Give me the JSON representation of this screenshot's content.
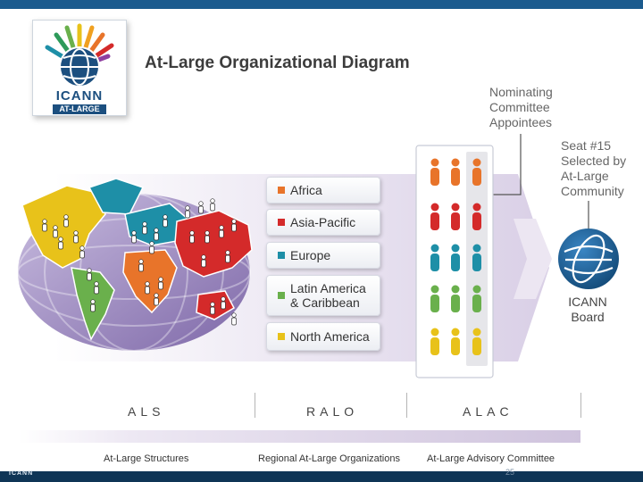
{
  "title": "At-Large Organizational Diagram",
  "logo": {
    "brand": "ICANN",
    "sub": "AT-LARGE"
  },
  "annotations": {
    "nominating": [
      "Nominating",
      "Committee",
      "Appointees"
    ],
    "seat": [
      "Seat #15",
      "Selected by",
      "At-Large",
      "Community"
    ]
  },
  "regions": [
    {
      "lines": [
        "Africa"
      ],
      "color": "#e8742a"
    },
    {
      "lines": [
        "Asia-Pacific"
      ],
      "color": "#d42a2a"
    },
    {
      "lines": [
        "Europe"
      ],
      "color": "#1e8fa7"
    },
    {
      "lines": [
        "Latin America",
        "& Caribbean"
      ],
      "color": "#6ab04c"
    },
    {
      "lines": [
        "North America"
      ],
      "color": "#e8c21a"
    }
  ],
  "board": {
    "lines": [
      "ICANN",
      "Board"
    ]
  },
  "sections": [
    {
      "key": "ALS",
      "desc": "At-Large Structures"
    },
    {
      "key": "RALO",
      "desc": "Regional At-Large Organizations"
    },
    {
      "key": "ALAC",
      "desc": "At-Large Advisory Committee"
    }
  ],
  "footer": {
    "brand": "ICANN",
    "slide_number": "25"
  }
}
